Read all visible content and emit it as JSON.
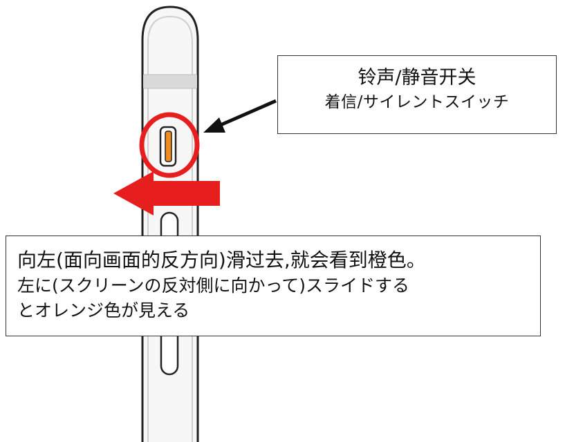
{
  "switch_label": {
    "chinese": "铃声/静音开关",
    "japanese": "着信/サイレントスイッチ"
  },
  "instruction": {
    "chinese": "向左(面向画面的反方向)滑过去,就会看到橙色。",
    "japanese_line1": "左に(スクリーンの反対側に向かって)スライドする",
    "japanese_line2": "とオレンジ色が見える"
  },
  "colors": {
    "highlight_red": "#e61e1e",
    "switch_orange": "#f08c1e",
    "phone_body": "#f7f7f7",
    "outline": "#222222"
  },
  "icons": {
    "slide_direction": "arrow-left-icon",
    "pointer": "arrow-pointer-icon"
  }
}
